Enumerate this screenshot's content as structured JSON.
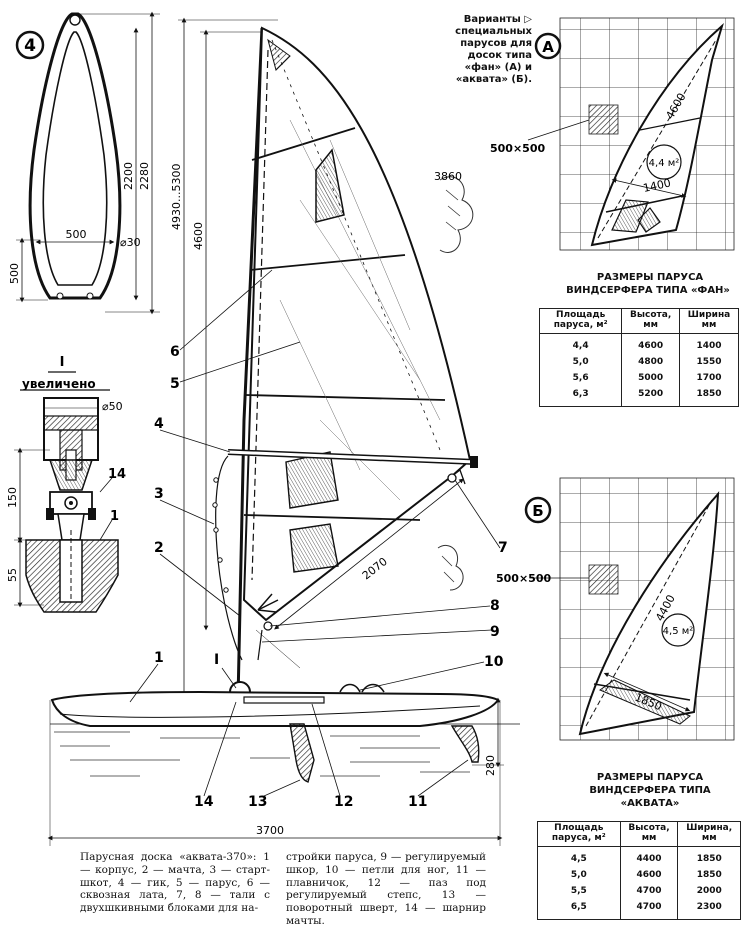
{
  "view_labels": {
    "view_4": "4",
    "view_a": "А",
    "view_b": "Б",
    "detail": "I",
    "detail_enlarged": "увеличено"
  },
  "dims": {
    "mast_total": "4930...5300",
    "luff": "4600",
    "sail_top_width": "3860",
    "boom_length": "2070",
    "board_length": "3700",
    "board_height": "280",
    "boom4_height_outer": "2280",
    "boom4_height_inner": "2200",
    "boom4_width": "500",
    "boom4_tube": "⌀30",
    "boom4_end": "500",
    "detail_diameter": "⌀50",
    "detail_150": "150",
    "detail_55": "55",
    "a_luff": "4600",
    "a_foot": "1400",
    "a_area": "4,4 м²",
    "a_grid": "500×500",
    "b_luff": "4400",
    "b_foot": "1850",
    "b_area": "4,5 м²",
    "b_grid": "500×500"
  },
  "callouts": [
    "1",
    "2",
    "3",
    "4",
    "5",
    "6",
    "7",
    "8",
    "9",
    "10",
    "11",
    "12",
    "13",
    "14",
    "I"
  ],
  "variants_note": "Варианты ▷ специальных парусов для досок типа «фан» (А) и «аквата» (Б).",
  "table_fan": {
    "title_line1": "РАЗМЕРЫ ПАРУСА",
    "title_line2": "ВИНДСЕРФЕРА ТИПА «ФАН»",
    "headers": [
      "Площадь паруса, м²",
      "Высота, мм",
      "Ширина мм"
    ],
    "rows": [
      [
        "4,4",
        "4600",
        "1400"
      ],
      [
        "5,0",
        "4800",
        "1550"
      ],
      [
        "5,6",
        "5000",
        "1700"
      ],
      [
        "6,3",
        "5200",
        "1850"
      ]
    ]
  },
  "table_aquata": {
    "title_line1": "РАЗМЕРЫ ПАРУСА",
    "title_line2": "ВИНДСЕРФЕРА ТИПА",
    "title_line3": "«АКВАТА»",
    "headers": [
      "Площадь паруса, м²",
      "Высота, мм",
      "Ширина, мм"
    ],
    "rows": [
      [
        "4,5",
        "4400",
        "1850"
      ],
      [
        "5,0",
        "4600",
        "1850"
      ],
      [
        "5,5",
        "4700",
        "2000"
      ],
      [
        "6,5",
        "4700",
        "2300"
      ]
    ]
  },
  "caption": {
    "col1": "Парусная доска «аквата-370»: 1 — корпус, 2 — мачта, 3 — старт-шкот, 4 — гик, 5 — парус, 6 — сквозная лата, 7, 8 — тали с двухшкивными блоками для на-",
    "col2": "стройки паруса, 9 — регулируемый шкор, 10 — петли для ног, 11 — плавничок, 12 — паз под регулируемый степс, 13 — поворотный шверт, 14 — шарнир мачты."
  }
}
